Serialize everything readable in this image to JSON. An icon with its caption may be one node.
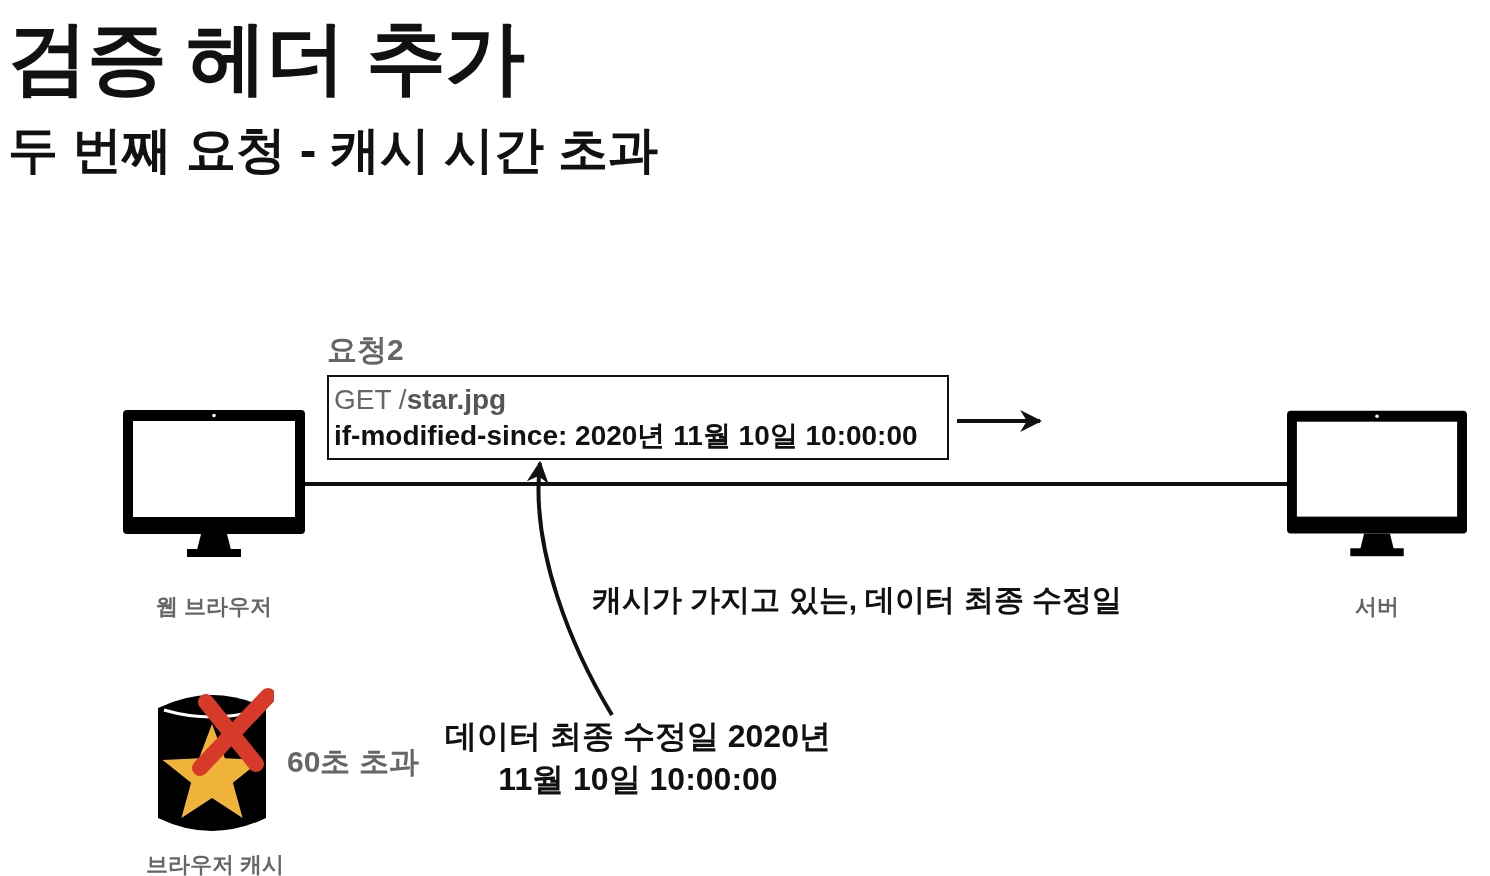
{
  "diagram": {
    "title": "검증 헤더 추가",
    "nodes": [
      {
        "text": [
          "웹 브라우저"
        ]
      },
      {
        "text": [
          "서버"
        ]
      },
      {
        "text": [
          "요청2",
          "GET /**star.jpg**",
          "if-modified-since: 2020년 11월 10일 10:00:00"
        ]
      },
      {
        "text": [
          "브라우저 캐시"
        ],
        "beside": [
          "60초 초과"
        ]
      },
      {
        "text": [
          "데이터 최종 수정일 2020년 11월 10일 10:00:00"
        ]
      }
    ],
    "edges": [
      {
        "from": 0,
        "to": 1,
        "arrow": "none"
      },
      {
        "from": 4,
        "to": 2,
        "arrow": "to"
      }
    ],
    "labels": [
      "두 번째 요청 - 캐시 시간 초과",
      "캐시가 가지고 있는, 데이터 최종 수정일"
    ]
  }
}
